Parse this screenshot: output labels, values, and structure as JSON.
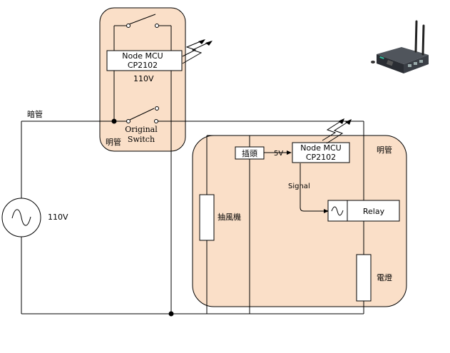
{
  "labels": {
    "dark_pipe": "暗管",
    "open_pipe_left": "明管",
    "open_pipe_right": "明管",
    "ac_source": "110V",
    "switch_box_voltage": "110V",
    "original_switch_line1": "Original",
    "original_switch_line2": "Switch",
    "mcu_top_line1": "Node MCU",
    "mcu_top_line2": "CP2102",
    "mcu_right_line1": "Node MCU",
    "mcu_right_line2": "CP2102",
    "plug": "插頭",
    "five_volt": "5V",
    "signal": "Signal",
    "relay": "Relay",
    "exhaust_fan": "抽風機",
    "lamp": "電燈"
  },
  "colors": {
    "panel_fill": "#fadfc8",
    "wire": "#000000",
    "router_body": "#2a2d33",
    "router_port": "#2fbfa0"
  }
}
